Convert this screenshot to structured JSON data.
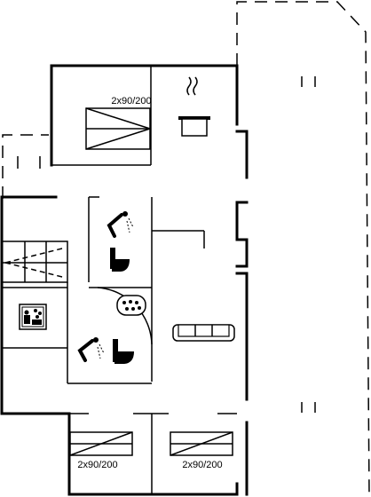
{
  "rooms": {
    "bedroom_top": {
      "bed_label": "2x90/200"
    },
    "bedroom_bottom_left": {
      "bed_label": "2x90/200"
    },
    "bedroom_bottom_right": {
      "bed_label": "2x90/200"
    }
  },
  "icons": [
    "bed-icon",
    "stove-pot-icon",
    "shower-icon",
    "toilet-icon",
    "sauna-icon",
    "whirlpool-icon",
    "sofa-icon",
    "stairs-icon"
  ],
  "colors": {
    "line": "#000000",
    "background": "#ffffff"
  }
}
